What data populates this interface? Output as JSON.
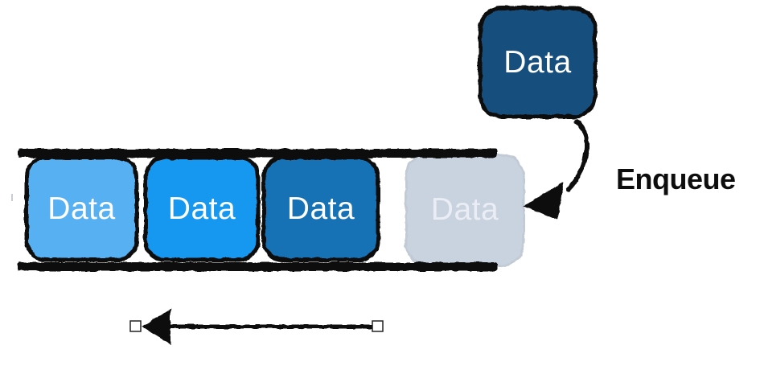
{
  "figure": {
    "background": "#ffffff",
    "description": "queue-enqueue-diagram",
    "operation": {
      "label": "Enqueue",
      "text_color": "#0d0d0d"
    },
    "queue": {
      "rail_color": "#0d0d0d",
      "slots": [
        {
          "label": "Data",
          "fill": "#57B0F2",
          "text_color": "#ffffff",
          "border_color": "#0d0d0d",
          "state": "filled"
        },
        {
          "label": "Data",
          "fill": "#1798F0",
          "text_color": "#ffffff",
          "border_color": "#0d0d0d",
          "state": "filled"
        },
        {
          "label": "Data",
          "fill": "#1272B5",
          "text_color": "#ffffff",
          "border_color": "#0d0d0d",
          "state": "filled"
        },
        {
          "label": "Data",
          "fill": "#C9D3DF",
          "text_color": "#EAEEF4",
          "border_color": "#C2CBD5",
          "state": "placeholder-incoming"
        }
      ]
    },
    "incoming_item": {
      "label": "Data",
      "fill": "#17507D",
      "text_color": "#ffffff",
      "border_color": "#0d0d0d"
    },
    "arrows": {
      "enqueue_arrow": {
        "color": "#111111",
        "direction": "curved-down-left"
      },
      "travel_arrow": {
        "color": "#111111",
        "direction": "left",
        "handle_fill": "#ffffff"
      }
    }
  }
}
